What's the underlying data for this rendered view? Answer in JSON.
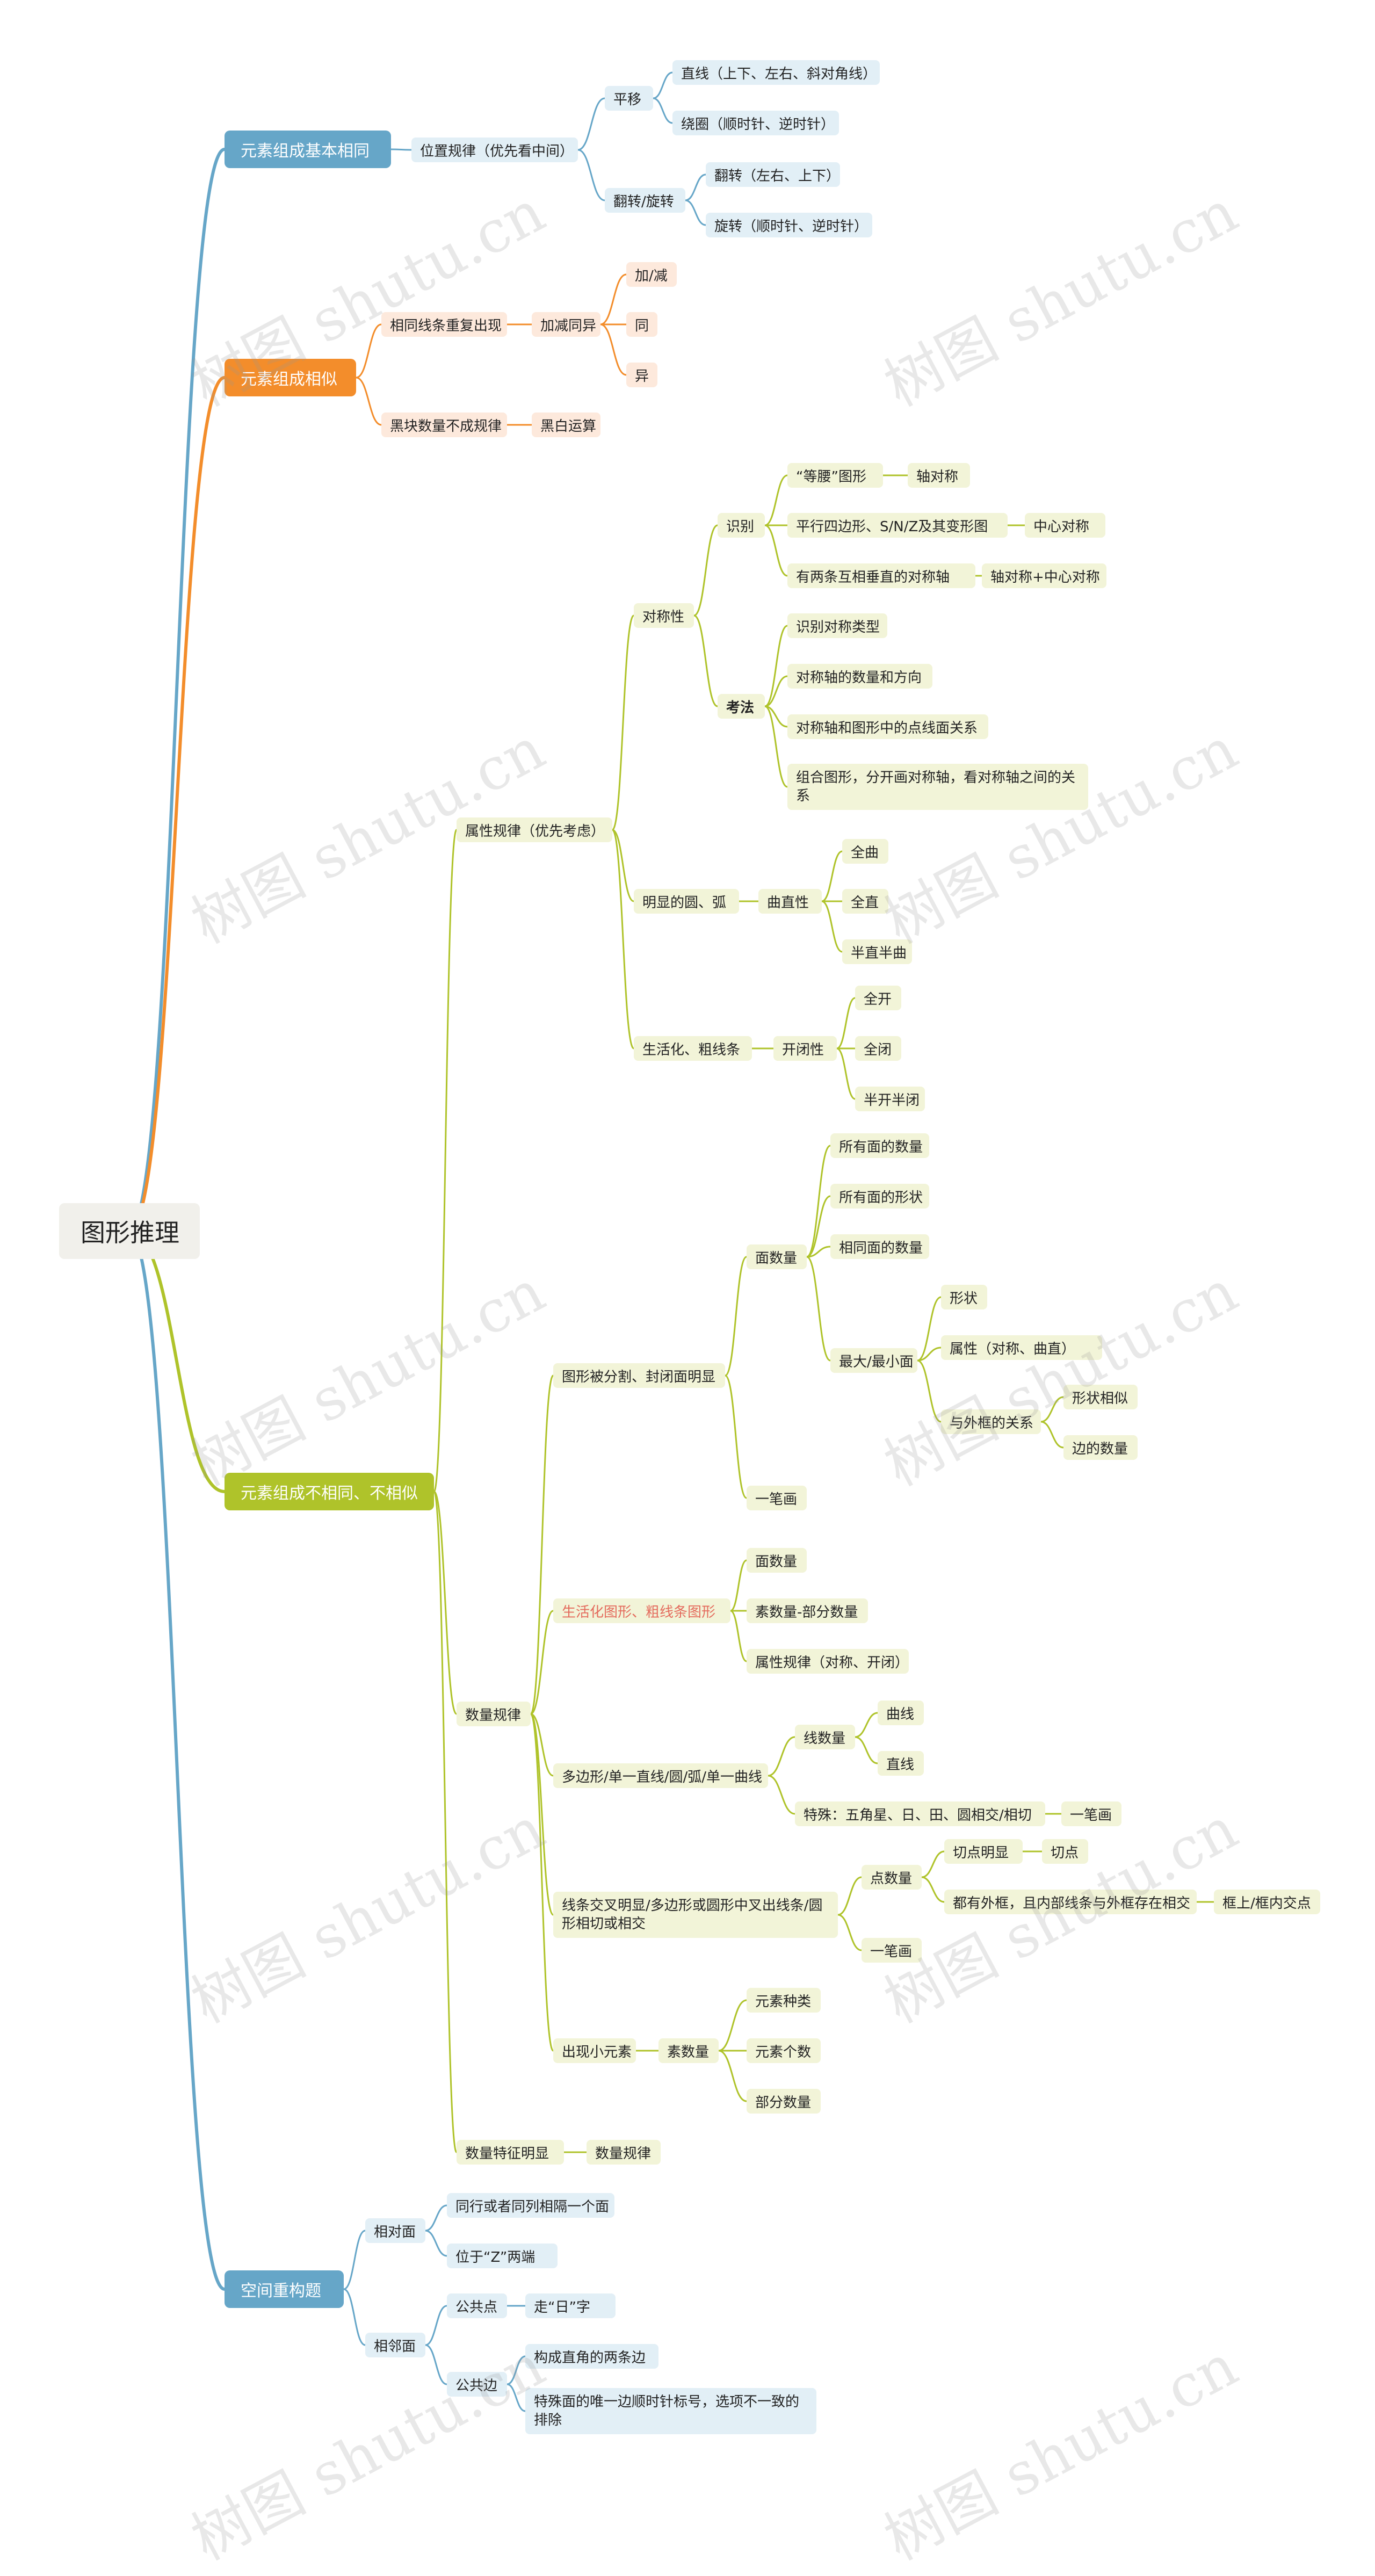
{
  "root": "图形推理",
  "branches": [
    {
      "label": "元素组成基本相同",
      "children": [
        {
          "label": "位置规律（优先看中间）",
          "children": [
            {
              "label": "平移",
              "children": [
                {
                  "label": "直线（上下、左右、斜对角线）"
                },
                {
                  "label": "绕圈（顺时针、逆时针）"
                }
              ]
            },
            {
              "label": "翻转/旋转",
              "children": [
                {
                  "label": "翻转（左右、上下）"
                },
                {
                  "label": "旋转（顺时针、逆时针）"
                }
              ]
            }
          ]
        }
      ]
    },
    {
      "label": "元素组成相似",
      "children": [
        {
          "label": "相同线条重复出现",
          "children": [
            {
              "label": "加减同异",
              "children": [
                {
                  "label": "加/减"
                },
                {
                  "label": "同"
                },
                {
                  "label": "异"
                }
              ]
            }
          ]
        },
        {
          "label": "黑块数量不成规律",
          "children": [
            {
              "label": "黑白运算"
            }
          ]
        }
      ]
    },
    {
      "label": "元素组成不相同、不相似",
      "children": [
        {
          "label": "属性规律（优先考虑）",
          "children": [
            {
              "label": "对称性",
              "children": [
                {
                  "label": "识别",
                  "children": [
                    {
                      "label": "“等腰”图形",
                      "children": [
                        {
                          "label": "轴对称"
                        }
                      ]
                    },
                    {
                      "label": "平行四边形、S/N/Z及其变形图",
                      "children": [
                        {
                          "label": "中心对称"
                        }
                      ]
                    },
                    {
                      "label": "有两条互相垂直的对称轴",
                      "children": [
                        {
                          "label": "轴对称+中心对称"
                        }
                      ]
                    }
                  ]
                },
                {
                  "label": "考法",
                  "children": [
                    {
                      "label": "识别对称类型"
                    },
                    {
                      "label": "对称轴的数量和方向"
                    },
                    {
                      "label": "对称轴和图形中的点线面关系"
                    },
                    {
                      "label": "组合图形，分开画对称轴，看对称轴之间的关系"
                    }
                  ]
                }
              ]
            },
            {
              "label": "明显的圆、弧",
              "children": [
                {
                  "label": "曲直性",
                  "children": [
                    {
                      "label": "全曲"
                    },
                    {
                      "label": "全直"
                    },
                    {
                      "label": "半直半曲"
                    }
                  ]
                }
              ]
            },
            {
              "label": "生活化、粗线条",
              "children": [
                {
                  "label": "开闭性",
                  "children": [
                    {
                      "label": "全开"
                    },
                    {
                      "label": "全闭"
                    },
                    {
                      "label": "半开半闭"
                    }
                  ]
                }
              ]
            }
          ]
        },
        {
          "label": "数量规律",
          "children": [
            {
              "label": "图形被分割、封闭面明显",
              "children": [
                {
                  "label": "面数量",
                  "children": [
                    {
                      "label": "所有面的数量"
                    },
                    {
                      "label": "所有面的形状"
                    },
                    {
                      "label": "相同面的数量"
                    },
                    {
                      "label": "最大/最小面",
                      "children": [
                        {
                          "label": "形状"
                        },
                        {
                          "label": "属性（对称、曲直）"
                        },
                        {
                          "label": "与外框的关系",
                          "children": [
                            {
                              "label": "形状相似"
                            },
                            {
                              "label": "边的数量"
                            }
                          ]
                        }
                      ]
                    }
                  ]
                },
                {
                  "label": "一笔画"
                }
              ]
            },
            {
              "label": "生活化图形、粗线条图形",
              "children": [
                {
                  "label": "面数量"
                },
                {
                  "label": "素数量-部分数量"
                },
                {
                  "label": "属性规律（对称、开闭）"
                }
              ]
            },
            {
              "label": "多边形/单一直线/圆/弧/单一曲线",
              "children": [
                {
                  "label": "线数量",
                  "children": [
                    {
                      "label": "曲线"
                    },
                    {
                      "label": "直线"
                    }
                  ]
                },
                {
                  "label": "特殊：五角星、日、田、圆相交/相切",
                  "children": [
                    {
                      "label": "一笔画"
                    }
                  ]
                }
              ]
            },
            {
              "label": "线条交叉明显/多边形或圆形中叉出线条/圆形相切或相交",
              "children": [
                {
                  "label": "点数量",
                  "children": [
                    {
                      "label": "切点明显",
                      "children": [
                        {
                          "label": "切点"
                        }
                      ]
                    },
                    {
                      "label": "都有外框，且内部线条与外框存在相交",
                      "children": [
                        {
                          "label": "框上/框内交点"
                        }
                      ]
                    }
                  ]
                },
                {
                  "label": "一笔画"
                }
              ]
            },
            {
              "label": "出现小元素",
              "children": [
                {
                  "label": "素数量",
                  "children": [
                    {
                      "label": "元素种类"
                    },
                    {
                      "label": "元素个数"
                    },
                    {
                      "label": "部分数量"
                    }
                  ]
                }
              ]
            }
          ]
        },
        {
          "label": "数量特征明显",
          "children": [
            {
              "label": "数量规律"
            }
          ]
        }
      ]
    },
    {
      "label": "空间重构题",
      "children": [
        {
          "label": "相对面",
          "children": [
            {
              "label": "同行或者同列相隔一个面"
            },
            {
              "label": "位于“Z”两端"
            }
          ]
        },
        {
          "label": "相邻面",
          "children": [
            {
              "label": "公共点",
              "children": [
                {
                  "label": "走“日”字"
                }
              ]
            },
            {
              "label": "公共边",
              "children": [
                {
                  "label": "构成直角的两条边"
                },
                {
                  "label": "特殊面的唯一边顺时针标号，选项不一致的排除"
                }
              ]
            }
          ]
        }
      ]
    }
  ],
  "watermark": "树图 shutu.cn",
  "colors": {
    "blue": "#66a6c8",
    "orange": "#f38d2b",
    "green": "#afc32a"
  }
}
